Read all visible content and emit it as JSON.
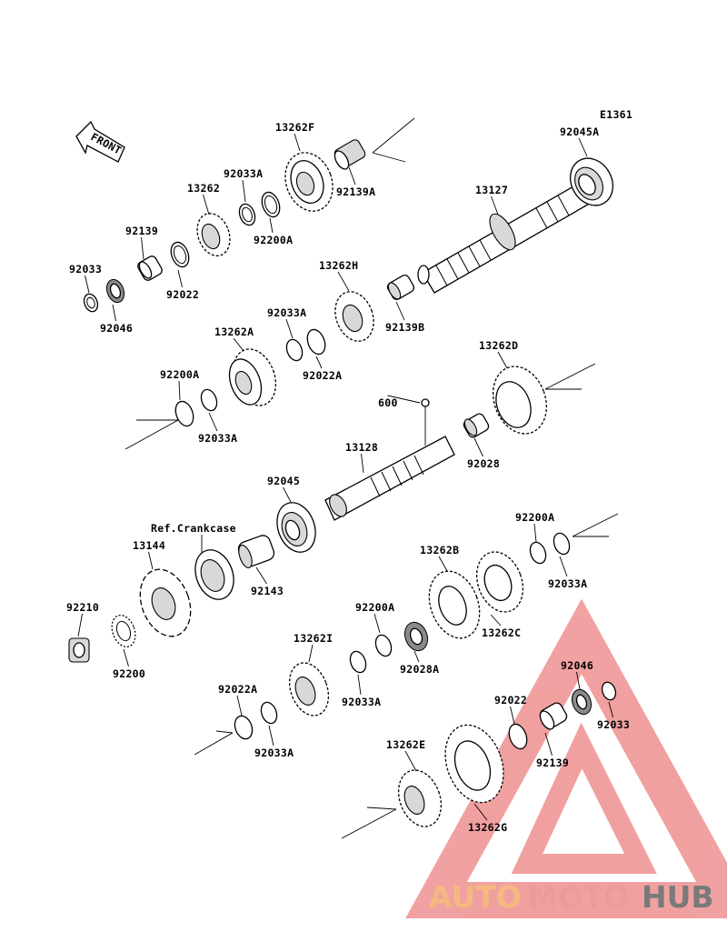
{
  "diagram": {
    "code": "E1361",
    "front_arrow": "FRONT",
    "ref_note": "Ref.Crankcase",
    "callouts": [
      {
        "id": "c1",
        "text": "13262F"
      },
      {
        "id": "c2",
        "text": "92033A"
      },
      {
        "id": "c3",
        "text": "13262"
      },
      {
        "id": "c4",
        "text": "92139"
      },
      {
        "id": "c5",
        "text": "92033"
      },
      {
        "id": "c6",
        "text": "92046"
      },
      {
        "id": "c7",
        "text": "92022"
      },
      {
        "id": "c8",
        "text": "92200A"
      },
      {
        "id": "c9",
        "text": "92139A"
      },
      {
        "id": "c10",
        "text": "92045A"
      },
      {
        "id": "c11",
        "text": "13127"
      },
      {
        "id": "c12",
        "text": "13262H"
      },
      {
        "id": "c13",
        "text": "92139B"
      },
      {
        "id": "c14",
        "text": "13262A"
      },
      {
        "id": "c15",
        "text": "92033A"
      },
      {
        "id": "c16",
        "text": "92022A"
      },
      {
        "id": "c17",
        "text": "92200A"
      },
      {
        "id": "c18",
        "text": "92033A"
      },
      {
        "id": "c19",
        "text": "13262D"
      },
      {
        "id": "c20",
        "text": "600"
      },
      {
        "id": "c21",
        "text": "13128"
      },
      {
        "id": "c22",
        "text": "92028"
      },
      {
        "id": "c23",
        "text": "92045"
      },
      {
        "id": "c24",
        "text": "13144"
      },
      {
        "id": "c25",
        "text": "92143"
      },
      {
        "id": "c26",
        "text": "92200A"
      },
      {
        "id": "c27",
        "text": "92033A"
      },
      {
        "id": "c28",
        "text": "13262B"
      },
      {
        "id": "c29",
        "text": "13262C"
      },
      {
        "id": "c30",
        "text": "92210"
      },
      {
        "id": "c31",
        "text": "92200"
      },
      {
        "id": "c32",
        "text": "92200A"
      },
      {
        "id": "c33",
        "text": "92028A"
      },
      {
        "id": "c34",
        "text": "13262I"
      },
      {
        "id": "c35",
        "text": "92033A"
      },
      {
        "id": "c36",
        "text": "92022A"
      },
      {
        "id": "c37",
        "text": "92033A"
      },
      {
        "id": "c38",
        "text": "92046"
      },
      {
        "id": "c39",
        "text": "92022"
      },
      {
        "id": "c40",
        "text": "92033"
      },
      {
        "id": "c41",
        "text": "92139"
      },
      {
        "id": "c42",
        "text": "13262E"
      },
      {
        "id": "c43",
        "text": "13262G"
      }
    ]
  },
  "watermark": {
    "part1": "AUTO",
    "part2": "MOTO",
    "part3": "HUB",
    "colors": {
      "auto": "#f4b980",
      "moto": "#ef9a9a",
      "hub": "#7a7a7a",
      "triangle": "#ef9090"
    }
  }
}
